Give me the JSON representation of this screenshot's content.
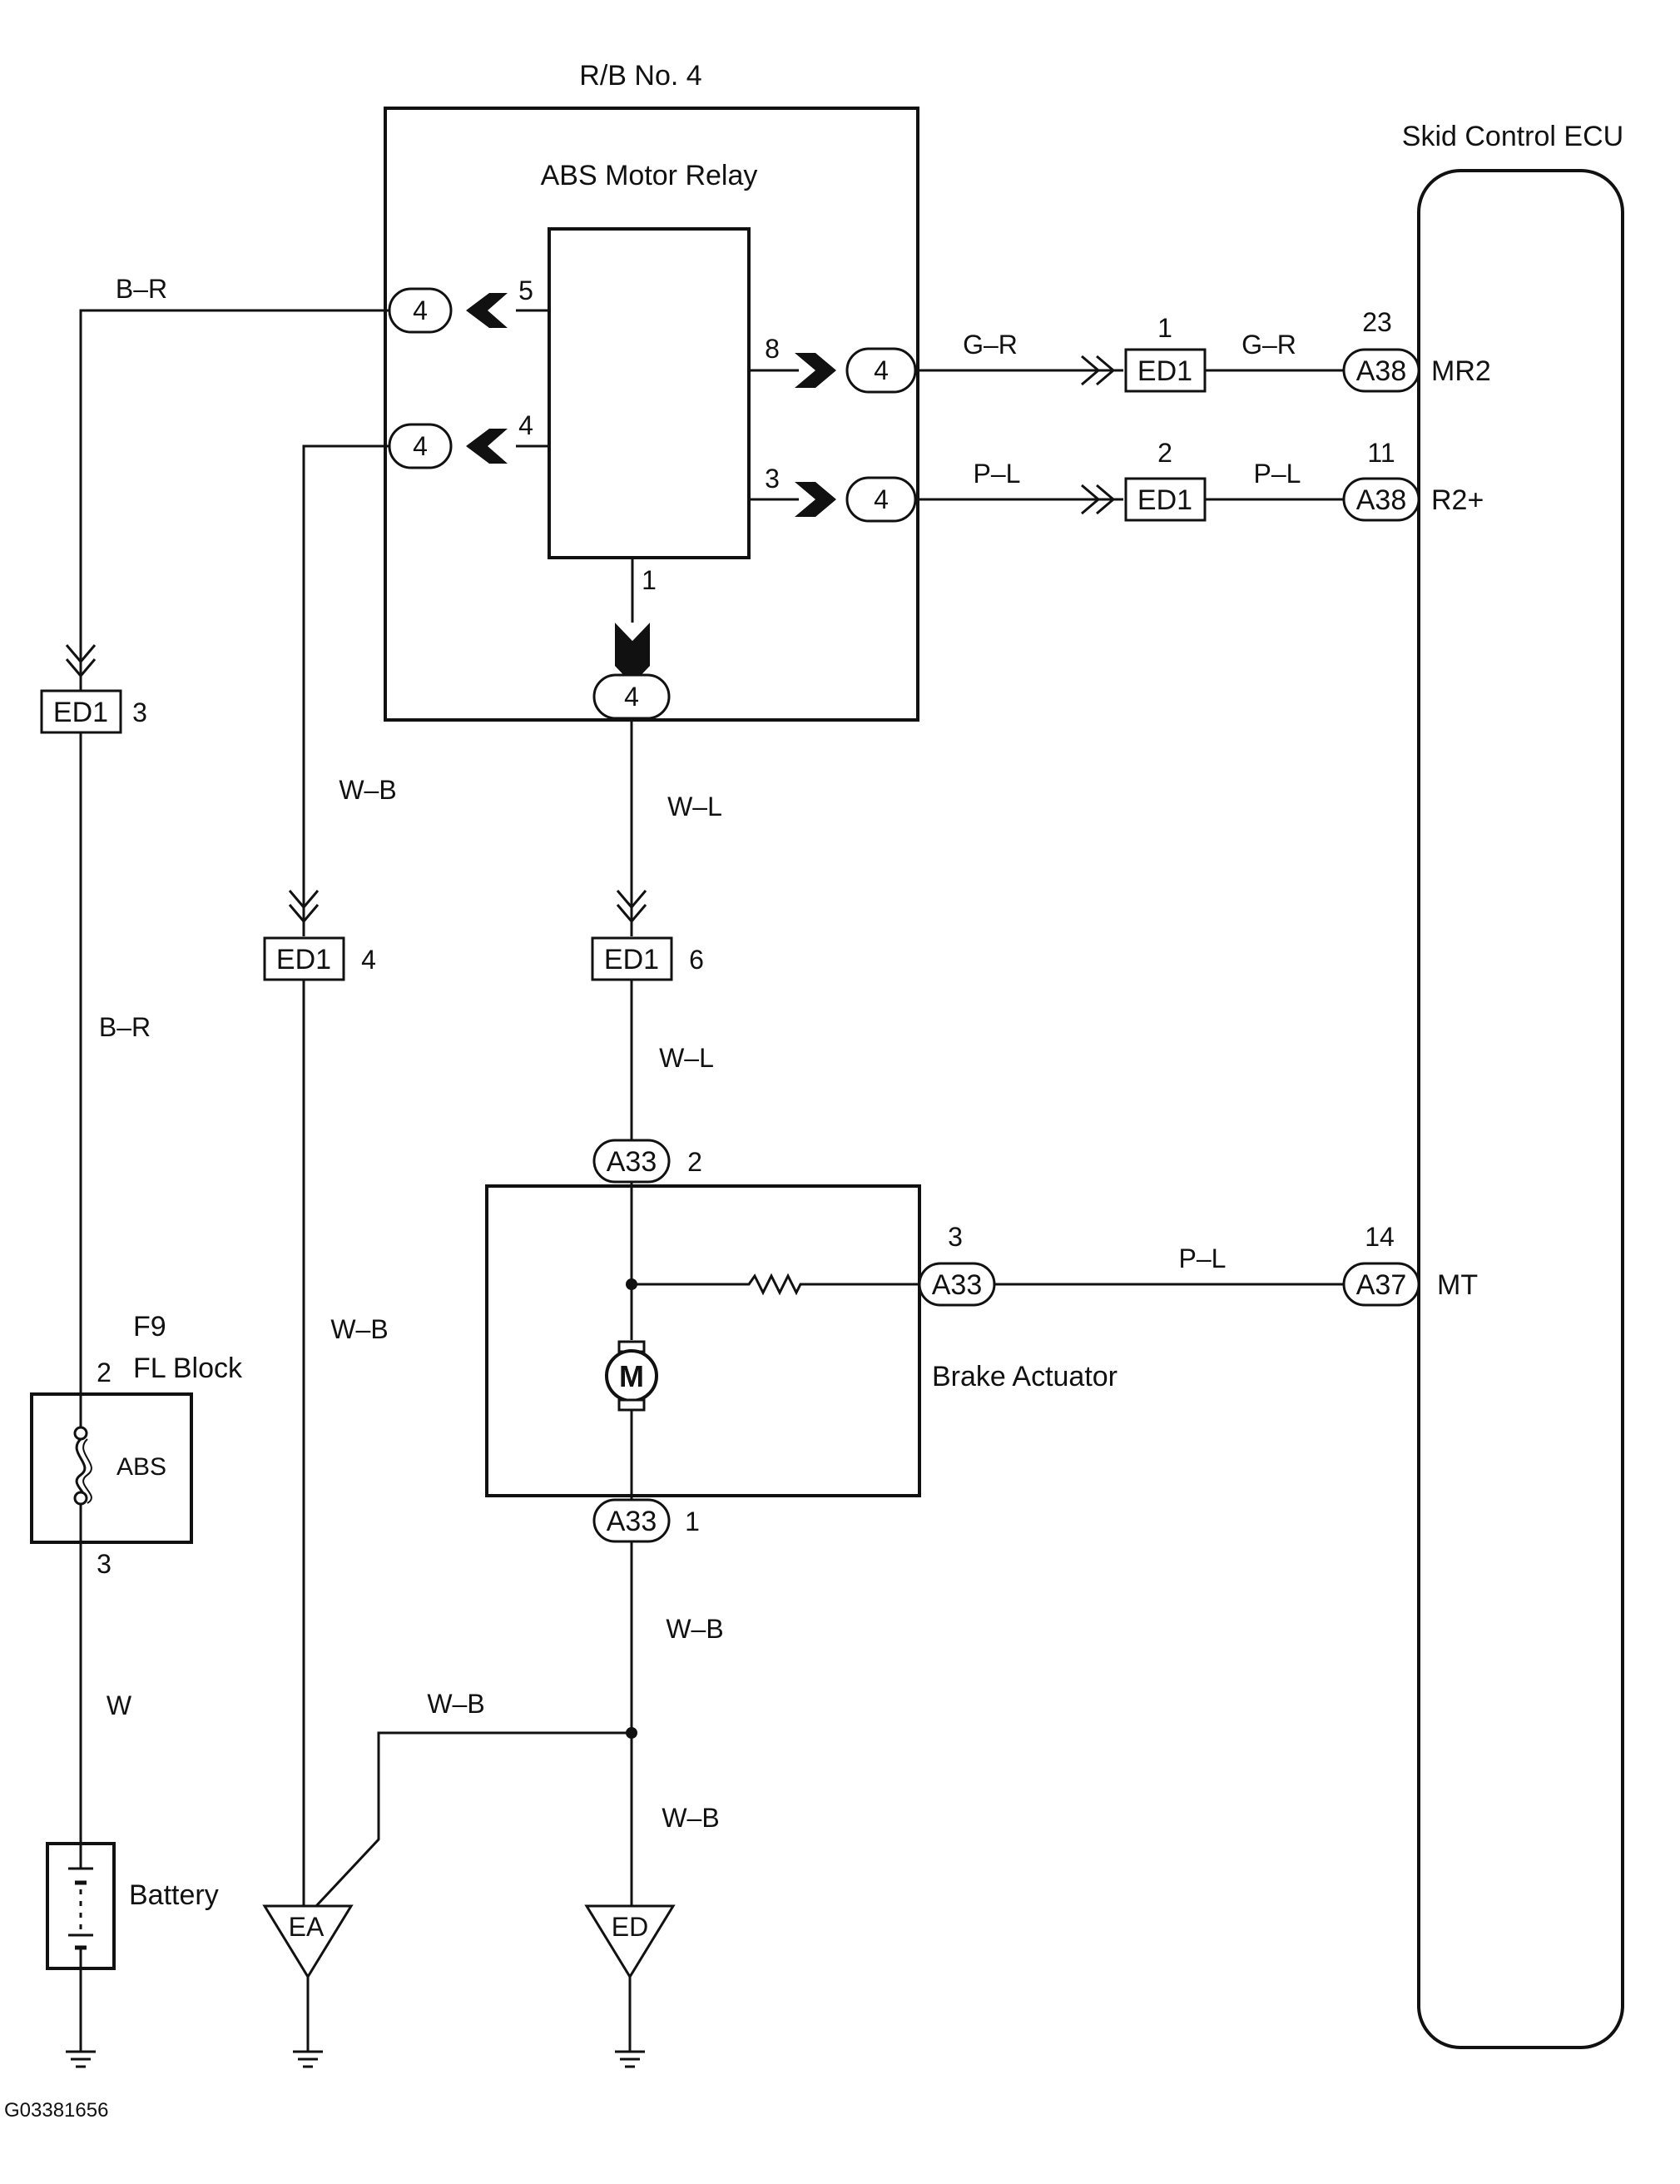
{
  "components": {
    "relay_block": "R/B No. 4",
    "relay": "ABS Motor Relay",
    "ecu": "Skid Control ECU",
    "actuator": "Brake Actuator",
    "fuse_block_id": "F9",
    "fuse_block": "FL Block",
    "fuse": "ABS",
    "battery": "Battery",
    "motor": "M",
    "figure_code": "G03381656"
  },
  "wire_colors": {
    "br_top": "B–R",
    "br_left": "B–R",
    "gr_1": "G–R",
    "gr_2": "G–R",
    "pl_1": "P–L",
    "pl_2": "P–L",
    "pl_mt": "P–L",
    "wb_vert": "W–B",
    "wb_left": "W–B",
    "wl_1": "W–L",
    "wl_2": "W–L",
    "wb_act": "W–B",
    "wb_branch": "W–B",
    "wb_ground": "W–B",
    "w_bat": "W"
  },
  "connectors": {
    "rb_5": "4",
    "rb_4": "4",
    "rb_8": "4",
    "rb_3": "4",
    "rb_1": "4",
    "ed1_top1": "ED1",
    "ed1_top2": "ED1",
    "ed1_left": "ED1",
    "ed1_mid": "ED1",
    "ed1_center": "ED1",
    "a38_mr2": "A38",
    "a38_r2": "A38",
    "a37_mt": "A37",
    "a33_top": "A33",
    "a33_side": "A33",
    "a33_bottom": "A33",
    "ground_ea": "EA",
    "ground_ed": "ED"
  },
  "pins": {
    "relay_5": "5",
    "relay_4": "4",
    "relay_8": "8",
    "relay_3": "3",
    "relay_1": "1",
    "ed1_left": "3",
    "ed1_mid": "4",
    "ed1_center": "6",
    "ed1_top1": "1",
    "ed1_top2": "2",
    "ecu_mr2": "23",
    "ecu_r2": "11",
    "ecu_mt": "14",
    "a33_top": "2",
    "a33_side": "3",
    "a33_bottom": "1",
    "fl_in": "2",
    "fl_out": "3"
  },
  "terminals": {
    "mr2": "MR2",
    "r2": "R2+",
    "mt": "MT"
  }
}
